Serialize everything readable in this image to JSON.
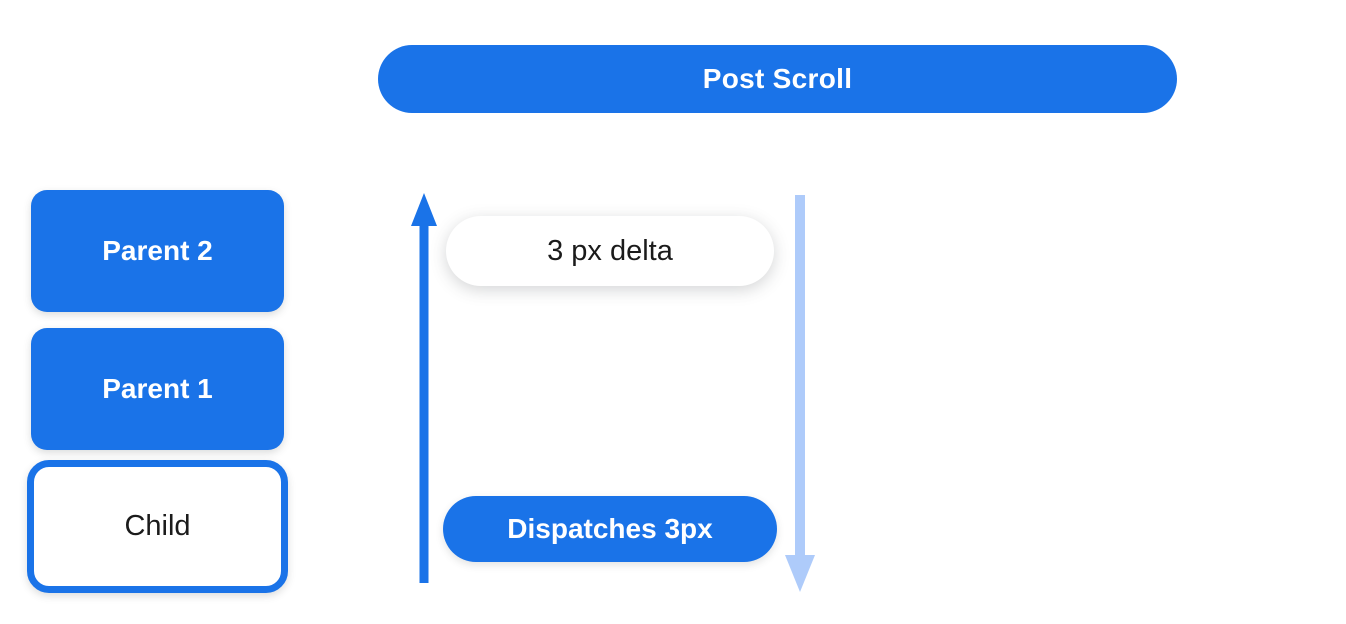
{
  "colors": {
    "primary_blue": "#1a73e8",
    "light_arrow_blue": "#aecbfa",
    "surface_white": "#ffffff",
    "text_dark": "#1b1b1b",
    "text_light": "#ffffff"
  },
  "banner": {
    "label": "Post Scroll"
  },
  "hierarchy": {
    "boxes": [
      {
        "label": "Parent 2",
        "style": "filled"
      },
      {
        "label": "Parent 1",
        "style": "filled"
      },
      {
        "label": "Child",
        "style": "outlined"
      }
    ]
  },
  "flow": {
    "delta_pill": "3 px delta",
    "dispatch_pill": "Dispatches 3px",
    "up_arrow_meaning": "notification-bubbles-up",
    "down_arrow_meaning": "scroll-dispatch-travels-down"
  }
}
